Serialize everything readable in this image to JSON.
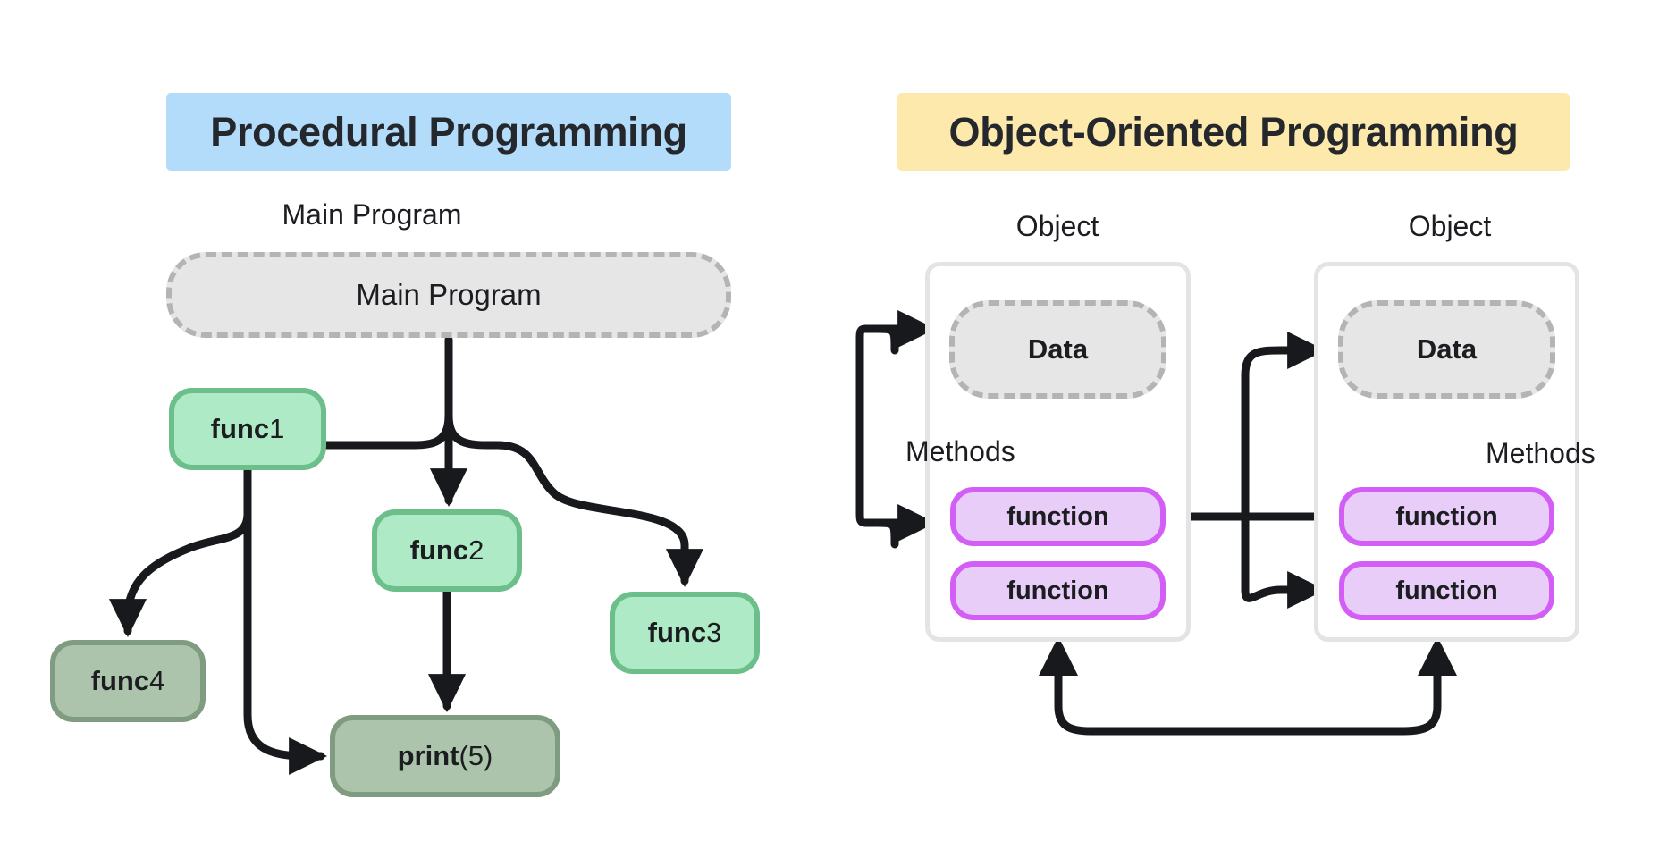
{
  "banners": {
    "procedural": "Procedural Programming",
    "oop": "Object-Oriented Programming"
  },
  "procedural": {
    "main_program_caption": "Main Program",
    "nodes": {
      "main_program": "Main Program",
      "func1_bold": "func",
      "func1_rest": " 1",
      "func2_bold": "func",
      "func2_rest": " 2",
      "func3_bold": "func",
      "func3_rest": " 3",
      "func4_bold": "func",
      "func4_rest": " 4",
      "print_bold": "print",
      "print_rest": "(5)"
    }
  },
  "oop": {
    "object_caption_1": "Object",
    "object_caption_2": "Object",
    "methods_label_1": "Methods",
    "methods_label_2": "Methods",
    "object1": {
      "data": "Data",
      "function_a": "function",
      "function_b": "function"
    },
    "object2": {
      "data": "Data",
      "function_a": "function",
      "function_b": "function"
    }
  },
  "colors": {
    "banner_procedural": "#b3dcfb",
    "banner_oop": "#fde9ac",
    "node_green_fill": "#aeeac5",
    "node_green_border": "#6cbf8b",
    "node_sage_fill": "#acc4ab",
    "node_sage_border": "#7f9c80",
    "node_purple_fill": "#e8cdf8",
    "node_purple_border": "#d35ef5",
    "node_dashed_fill": "#e6e6e6",
    "node_dashed_border": "#b4b4b4",
    "edge": "#17191c",
    "text": "#1b1d20",
    "background": "#ffffff"
  }
}
